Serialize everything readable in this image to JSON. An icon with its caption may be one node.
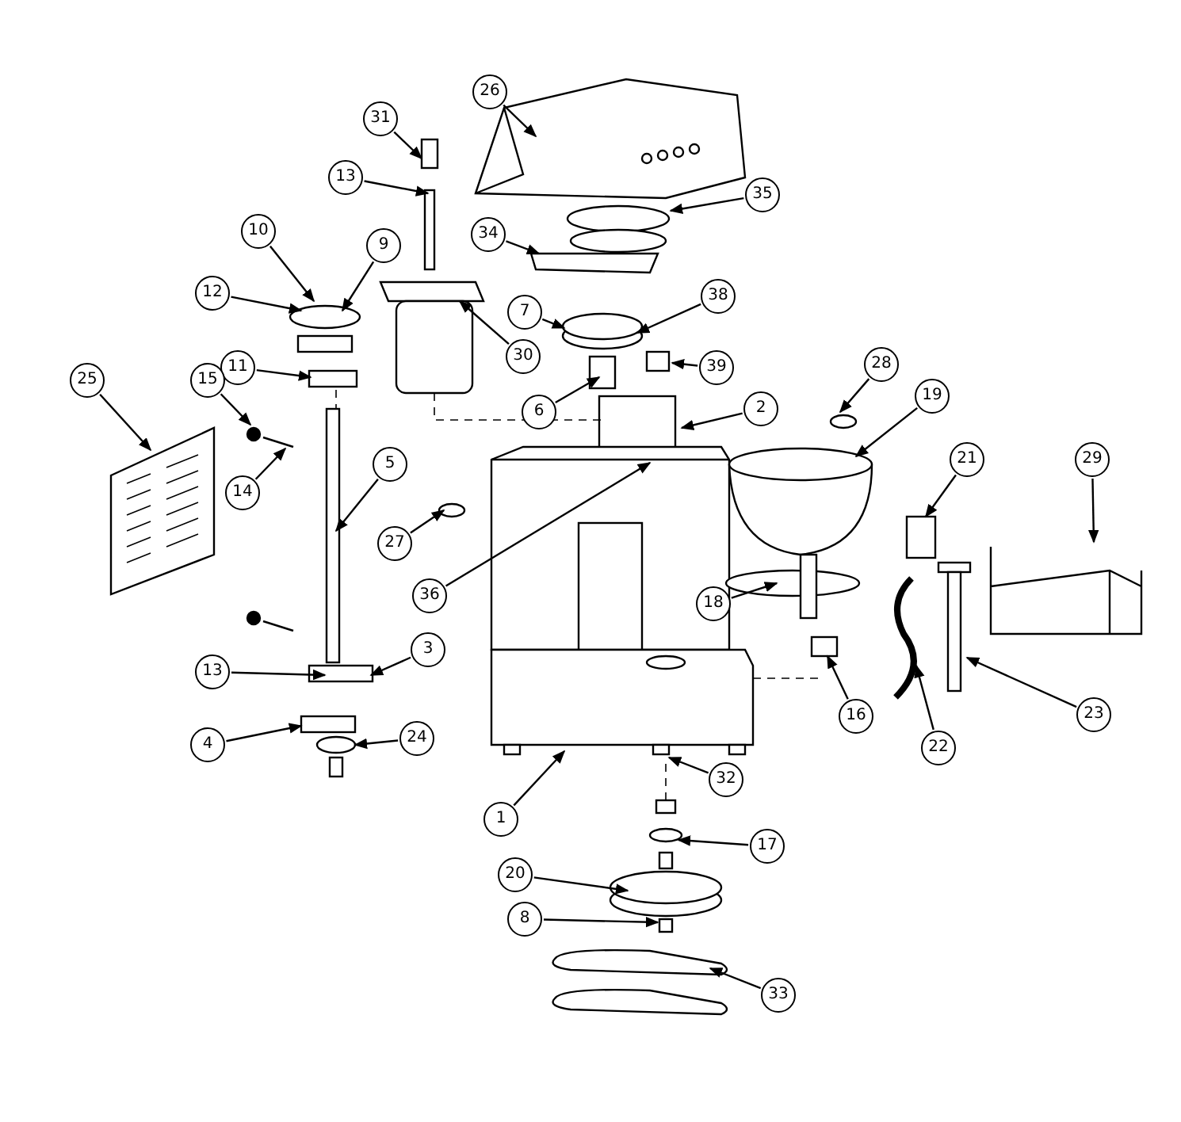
{
  "diagram": {
    "nodes": [
      {
        "text": [
          "26"
        ]
      },
      {
        "text": [
          "31"
        ]
      },
      {
        "text": [
          "13"
        ]
      },
      {
        "text": [
          "35"
        ]
      },
      {
        "text": [
          "10"
        ]
      },
      {
        "text": [
          "9"
        ]
      },
      {
        "text": [
          "34"
        ]
      },
      {
        "text": [
          "7"
        ]
      },
      {
        "text": [
          "38"
        ]
      },
      {
        "text": [
          "12"
        ]
      },
      {
        "text": [
          "30"
        ]
      },
      {
        "text": [
          "39"
        ]
      },
      {
        "text": [
          "11"
        ]
      },
      {
        "text": [
          "6"
        ]
      },
      {
        "text": [
          "2"
        ]
      },
      {
        "text": [
          "28"
        ]
      },
      {
        "text": [
          "19"
        ]
      },
      {
        "text": [
          "25"
        ]
      },
      {
        "text": [
          "15"
        ]
      },
      {
        "text": [
          "21"
        ]
      },
      {
        "text": [
          "29"
        ]
      },
      {
        "text": [
          "14"
        ]
      },
      {
        "text": [
          "5"
        ]
      },
      {
        "text": [
          "27"
        ]
      },
      {
        "text": [
          "36"
        ]
      },
      {
        "text": [
          "18"
        ]
      },
      {
        "text": [
          "13"
        ]
      },
      {
        "text": [
          "3"
        ]
      },
      {
        "text": [
          "16"
        ]
      },
      {
        "text": [
          "4"
        ]
      },
      {
        "text": [
          "24"
        ]
      },
      {
        "text": [
          "23"
        ]
      },
      {
        "text": [
          "22"
        ]
      },
      {
        "text": [
          "1"
        ]
      },
      {
        "text": [
          "32"
        ]
      },
      {
        "text": [
          "17"
        ]
      },
      {
        "text": [
          "20"
        ]
      },
      {
        "text": [
          "8"
        ]
      },
      {
        "text": [
          "33"
        ]
      }
    ],
    "edges": [
      {
        "from": 0,
        "to": null,
        "arrow": "to"
      },
      {
        "from": 1,
        "to": null,
        "arrow": "to"
      },
      {
        "from": 2,
        "to": null,
        "arrow": "to"
      },
      {
        "from": 3,
        "to": null,
        "arrow": "to"
      },
      {
        "from": 4,
        "to": null,
        "arrow": "to"
      },
      {
        "from": 5,
        "to": null,
        "arrow": "to"
      },
      {
        "from": 6,
        "to": null,
        "arrow": "to"
      },
      {
        "from": 7,
        "to": null,
        "arrow": "to"
      },
      {
        "from": 8,
        "to": null,
        "arrow": "to"
      },
      {
        "from": 9,
        "to": null,
        "arrow": "to"
      },
      {
        "from": 10,
        "to": null,
        "arrow": "to"
      },
      {
        "from": 11,
        "to": null,
        "arrow": "to"
      },
      {
        "from": 12,
        "to": null,
        "arrow": "to"
      },
      {
        "from": 13,
        "to": null,
        "arrow": "to"
      },
      {
        "from": 14,
        "to": null,
        "arrow": "to"
      },
      {
        "from": 15,
        "to": null,
        "arrow": "to"
      },
      {
        "from": 16,
        "to": null,
        "arrow": "to"
      },
      {
        "from": 17,
        "to": null,
        "arrow": "to"
      },
      {
        "from": 18,
        "to": null,
        "arrow": "to"
      },
      {
        "from": 19,
        "to": null,
        "arrow": "to"
      },
      {
        "from": 20,
        "to": null,
        "arrow": "to"
      },
      {
        "from": 21,
        "to": null,
        "arrow": "to"
      },
      {
        "from": 22,
        "to": null,
        "arrow": "to"
      },
      {
        "from": 23,
        "to": null,
        "arrow": "to"
      },
      {
        "from": 24,
        "to": null,
        "arrow": "to"
      },
      {
        "from": 25,
        "to": null,
        "arrow": "to"
      },
      {
        "from": 26,
        "to": null,
        "arrow": "to"
      },
      {
        "from": 27,
        "to": null,
        "arrow": "to"
      },
      {
        "from": 28,
        "to": null,
        "arrow": "to"
      },
      {
        "from": 29,
        "to": null,
        "arrow": "to"
      },
      {
        "from": 30,
        "to": null,
        "arrow": "to"
      },
      {
        "from": 31,
        "to": null,
        "arrow": "to"
      },
      {
        "from": 32,
        "to": null,
        "arrow": "to"
      },
      {
        "from": 33,
        "to": null,
        "arrow": "to"
      },
      {
        "from": 34,
        "to": null,
        "arrow": "to"
      },
      {
        "from": 35,
        "to": null,
        "arrow": "to"
      },
      {
        "from": 36,
        "to": null,
        "arrow": "to"
      },
      {
        "from": 37,
        "to": null,
        "arrow": "to"
      },
      {
        "from": 38,
        "to": null,
        "arrow": "to"
      }
    ]
  }
}
